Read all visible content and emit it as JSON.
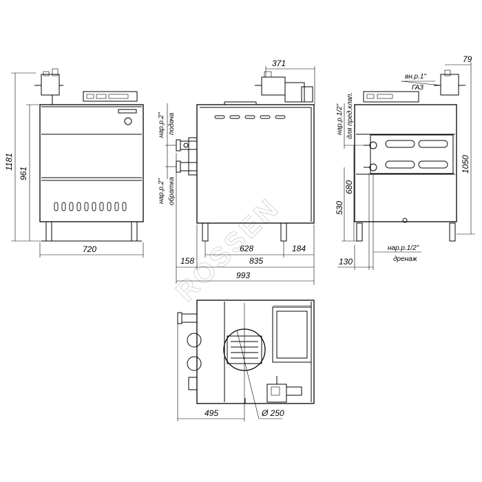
{
  "watermark": "ROSSEN",
  "front_view": {
    "dim_total_height": "1181",
    "dim_body_height": "961",
    "dim_width": "720"
  },
  "side_view": {
    "dim_top_offset": "371",
    "dim_legs": "628",
    "dim_rear_offset": "184",
    "dim_flange": "158",
    "dim_body_depth": "835",
    "dim_total_depth": "993",
    "label_supply_1": "нар.р.2\"",
    "label_supply_2": "подача",
    "label_return_1": "нар.р.2\"",
    "label_return_2": "обратка"
  },
  "rear_view": {
    "dim_gas_offset": "79",
    "label_gas_1": "вн.р.1\"",
    "label_gas_2": "ГАЗ",
    "label_valve_1": "нар.р.1/2\"",
    "label_valve_2": "для пред.клап.",
    "dim_total_height": "1050",
    "dim_680": "680",
    "dim_530": "530",
    "dim_130": "130",
    "label_drain_1": "нар.р.1/2\"",
    "label_drain_2": "дренаж"
  },
  "top_view": {
    "dim_495": "495",
    "dim_diameter": "Ø 250"
  }
}
